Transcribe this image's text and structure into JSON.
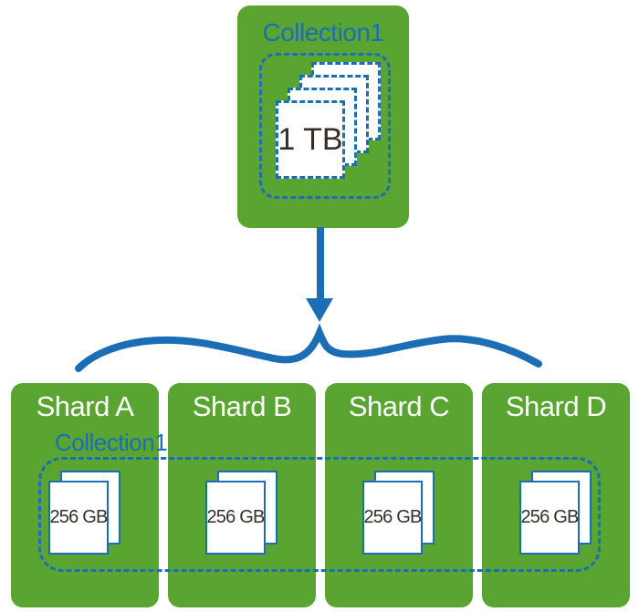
{
  "colors": {
    "green": "#5aa532",
    "blue": "#1b6eb5",
    "dark": "#362e27",
    "white": "#ffffff"
  },
  "collection": {
    "label": "Collection1",
    "size": "1 TB"
  },
  "sharded_collection": {
    "label": "Collection1"
  },
  "shards": [
    {
      "name": "Shard A",
      "size": "256 GB"
    },
    {
      "name": "Shard B",
      "size": "256 GB"
    },
    {
      "name": "Shard C",
      "size": "256 GB"
    },
    {
      "name": "Shard D",
      "size": "256 GB"
    }
  ]
}
